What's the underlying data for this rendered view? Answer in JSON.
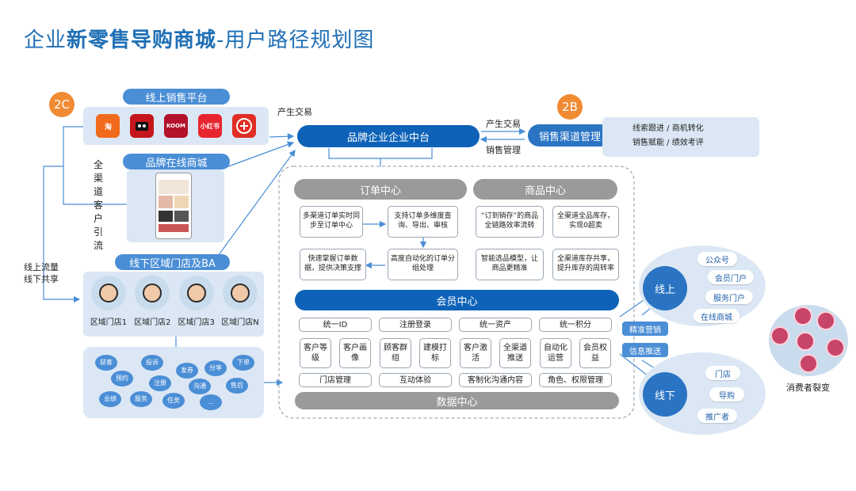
{
  "title": {
    "prefix": "企业",
    "bold": "新零售导购商城",
    "suffix": "-用户路径规划图"
  },
  "badges": {
    "b2c": "2C",
    "b2b": "2B"
  },
  "online_platform": {
    "label": "线上销售平台",
    "apps": [
      "淘宝",
      "天猫",
      "KOOM",
      "小红书",
      "拼多多"
    ]
  },
  "brand_mall": {
    "label": "品牌在线商城"
  },
  "vertical_label": [
    "全",
    "渠",
    "道",
    "客",
    "户",
    "引",
    "流"
  ],
  "left_label": [
    "线上流量",
    "线下共享"
  ],
  "offline_stores": {
    "label": "线下区域门店及BA",
    "stores": [
      "区域门店1",
      "区域门店2",
      "区域门店3",
      "区域门店N"
    ]
  },
  "tasks": [
    "获客",
    "预约",
    "投诉",
    "注册",
    "发券",
    "沟通",
    "分享",
    "售后",
    "下单",
    "业绩",
    "服务",
    "任务",
    "..."
  ],
  "transaction_label": "产生交易",
  "middle_platform": "品牌企业企业中台",
  "b2b_transaction": "产生交易",
  "sales_mgmt": "销售管理",
  "sales_channel": "销售渠道管理",
  "sales_notes": [
    "线索跟进 / 商机转化",
    "销售赋能 / 绩效考评"
  ],
  "order_center": {
    "label": "订单中心",
    "boxes": [
      "多渠道订单实时同步至订单中心",
      "支持订单多维度查询、导出、审核",
      "快速掌握订单数据，提供决策支撑",
      "高度自动化的订单分组处理"
    ]
  },
  "product_center": {
    "label": "商品中心",
    "boxes": [
      "“订到销存”的商品全链路效率流转",
      "全渠道全品库存，实现0超卖",
      "智能选品模型，让商品更精准",
      "全渠道库存共享，提升库存的周转率"
    ]
  },
  "member_center": {
    "label": "会员中心",
    "top": [
      "统一ID",
      "注册登录",
      "统一资产",
      "统一积分"
    ],
    "middle": [
      "客户等级",
      "客户画像",
      "顾客群组",
      "建模打标",
      "客户激活",
      "全渠道推送",
      "自动化运营",
      "会员权益"
    ],
    "bottom": [
      "门店管理",
      "互动体验",
      "客制化沟通内容",
      "角色、权限管理"
    ]
  },
  "data_center": "数据中心",
  "precise_marketing": "精准营销",
  "info_push": "信息推送",
  "online_circle": {
    "label": "线上",
    "items": [
      "公众号",
      "会员门户",
      "服务门户",
      "在线商城"
    ]
  },
  "offline_circle": {
    "label": "线下",
    "items": [
      "门店",
      "导购",
      "推广者"
    ]
  },
  "consumer": "消费者裂变",
  "colors": {
    "primary": "#0e63b8",
    "accent": "#f08a33",
    "panel": "#dbe7f4",
    "light_blue": "#4a8ed6"
  }
}
